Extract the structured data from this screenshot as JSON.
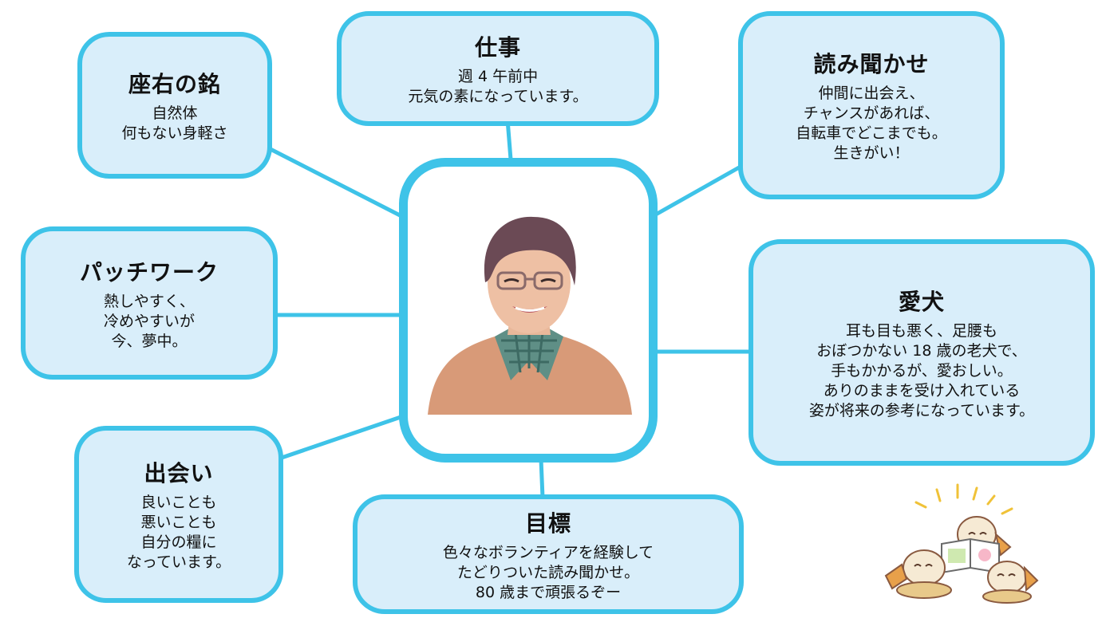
{
  "nodes": {
    "motto": {
      "title": "座右の銘",
      "lines": [
        "自然体",
        "何もない身軽さ"
      ]
    },
    "work": {
      "title": "仕事",
      "lines": [
        "週 4 午前中",
        "元気の素になっています。"
      ]
    },
    "reading": {
      "title": "読み聞かせ",
      "lines": [
        "仲間に出会え、",
        "チャンスがあれば、",
        "自転車でどこまでも。",
        "生きがい！"
      ]
    },
    "patchwork": {
      "title": "パッチワーク",
      "lines": [
        "熱しやすく、",
        "冷めやすいが",
        "今、夢中。"
      ]
    },
    "dog": {
      "title": "愛犬",
      "lines": [
        "耳も目も悪く、足腰も",
        "おぼつかない 18 歳の老犬で、",
        "手もかかるが、愛おしい。",
        "ありのままを受け入れている",
        "姿が将来の参考になっています。"
      ]
    },
    "meeting": {
      "title": "出会い",
      "lines": [
        "良いことも",
        "悪いことも",
        "自分の糧に",
        "なっています。"
      ]
    },
    "goal": {
      "title": "目標",
      "lines": [
        "色々なボランティアを経験して",
        "たどりついた読み聞かせ。",
        "80 歳まで頑張るぞー"
      ]
    }
  },
  "colors": {
    "accent": "#3ec3e8",
    "box_fill": "#d9eefa"
  }
}
